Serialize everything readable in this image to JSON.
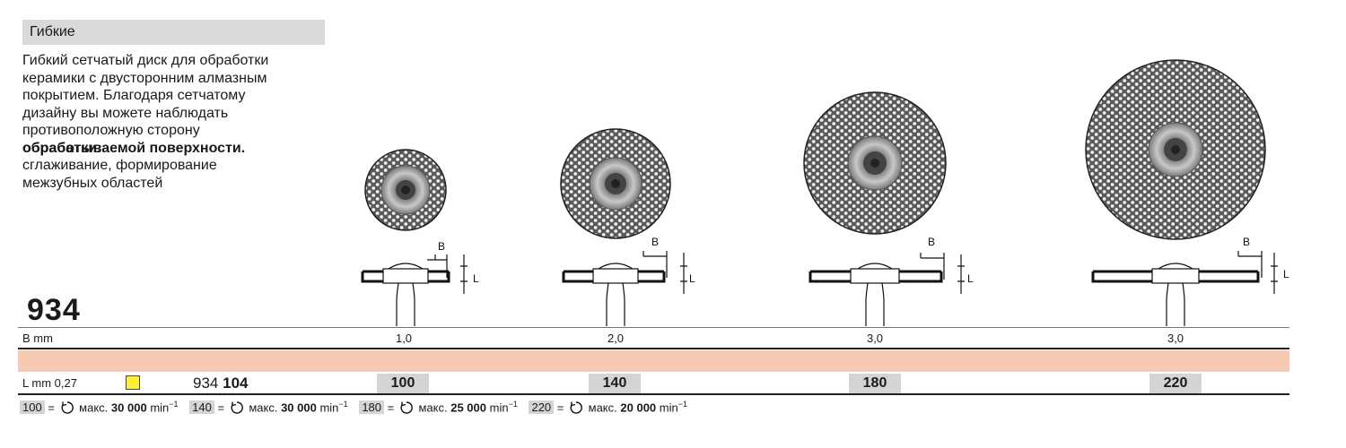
{
  "header": {
    "category": "Гибкие"
  },
  "description": {
    "lines": [
      "Гибкий сетчатый  диск для обработки",
      "керамики с двусторонним алмазным",
      "покрытием. Благодаря сетчатому",
      "дизайну вы можете наблюдать",
      "противоположную сторону"
    ],
    "overlap_a": "обработки.",
    "overlap_b": "обрабатываемой поверхности.",
    "lines_after": [
      "сглаживание, формирование",
      "межзубных областей"
    ]
  },
  "product": {
    "number": "934"
  },
  "table": {
    "b_label": "B mm",
    "b_values": [
      "1,0",
      "2,0",
      "3,0",
      "3,0"
    ],
    "l_label": "L mm 0,27",
    "article_prefix": "934",
    "article_bold": "104",
    "sizes": [
      "100",
      "140",
      "180",
      "220"
    ]
  },
  "drawing_labels": {
    "b": "B",
    "l": "L"
  },
  "footer": {
    "items": [
      {
        "size": "100",
        "eq": "=",
        "maks": "макс.",
        "rpm": "30 000",
        "unit": "min",
        "exp": "−1"
      },
      {
        "size": "140",
        "eq": "=",
        "maks": "макс.",
        "rpm": "30 000",
        "unit": "min",
        "exp": "−1"
      },
      {
        "size": "180",
        "eq": "=",
        "maks": "макс.",
        "rpm": "25 000",
        "unit": "min",
        "exp": "−1"
      },
      {
        "size": "220",
        "eq": "=",
        "maks": "макс.",
        "rpm": "20 000",
        "unit": "min",
        "exp": "−1"
      }
    ]
  },
  "colors": {
    "band": "#f6c9b2",
    "cell": "#d4d4d4",
    "marker": "#ffee33"
  }
}
